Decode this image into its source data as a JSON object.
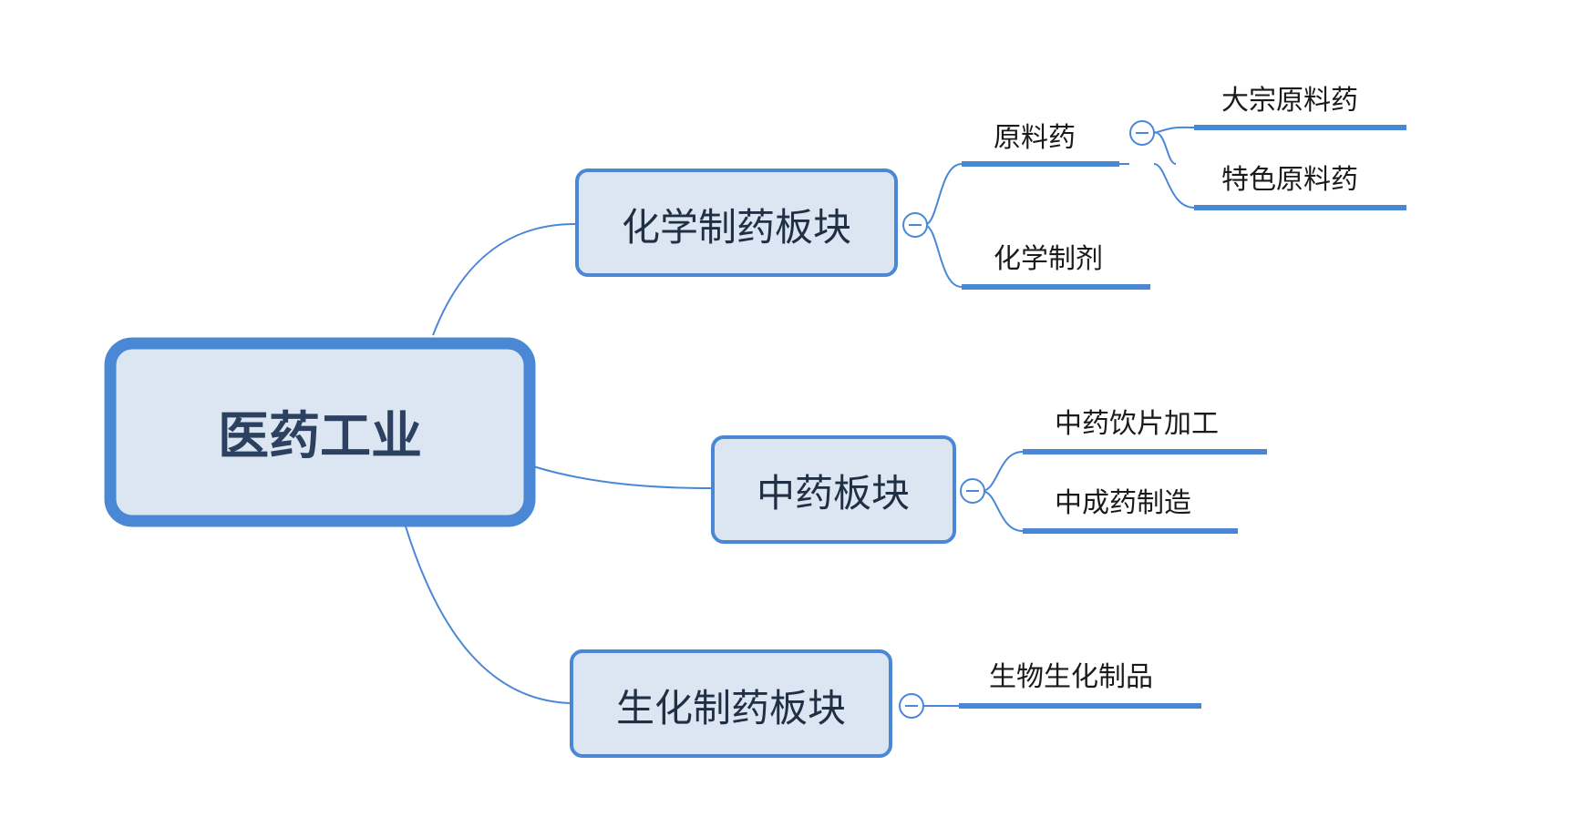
{
  "root": {
    "label": "医药工业"
  },
  "branches": [
    {
      "label": "化学制药板块",
      "children": [
        {
          "label": "原料药",
          "children": [
            {
              "label": "大宗原料药"
            },
            {
              "label": "特色原料药"
            }
          ]
        },
        {
          "label": "化学制剂"
        }
      ]
    },
    {
      "label": "中药板块",
      "children": [
        {
          "label": "中药饮片加工"
        },
        {
          "label": "中成药制造"
        }
      ]
    },
    {
      "label": "生化制药板块",
      "children": [
        {
          "label": "生物生化制品"
        }
      ]
    }
  ],
  "colors": {
    "accent": "#4a88d6",
    "node_fill": "#dce5f2"
  },
  "icons": {
    "collapse": "collapse-minus-icon"
  }
}
